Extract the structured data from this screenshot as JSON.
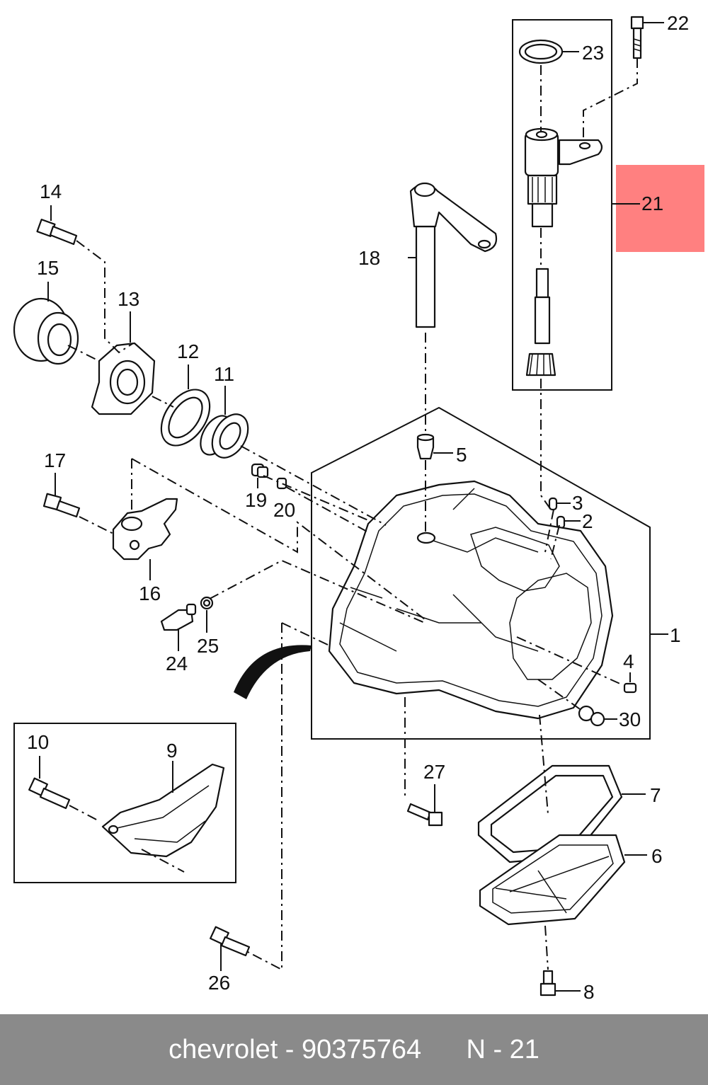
{
  "colors": {
    "highlight": "#ff8080",
    "footer_bg": "#8a8a8a",
    "footer_text": "#ffffff"
  },
  "callouts": {
    "c1": "1",
    "c2": "2",
    "c3": "3",
    "c4": "4",
    "c5": "5",
    "c6": "6",
    "c7": "7",
    "c8": "8",
    "c9": "9",
    "c10": "10",
    "c11": "11",
    "c12": "12",
    "c13": "13",
    "c14": "14",
    "c15": "15",
    "c16": "16",
    "c17": "17",
    "c18": "18",
    "c19": "19",
    "c20": "20",
    "c21": "21",
    "c22": "22",
    "c23": "23",
    "c24": "24",
    "c25": "25",
    "c26": "26",
    "c27": "27",
    "c30": "30"
  },
  "footer": {
    "text": "chevrolet - 90375764      N - 21"
  }
}
